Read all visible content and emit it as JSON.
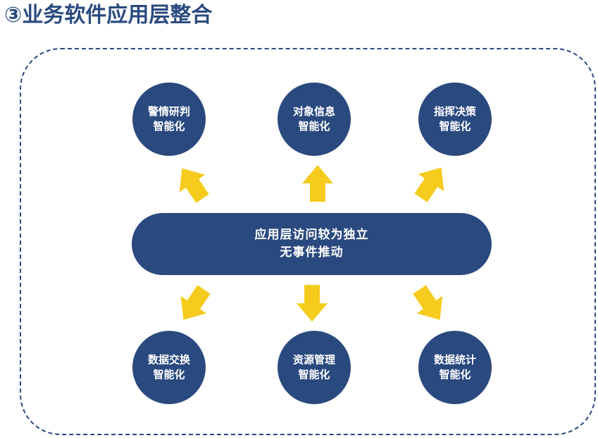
{
  "title": "③业务软件应用层整合",
  "center": {
    "line1": "应用层访问较为独立",
    "line2": "无事件推动"
  },
  "top_nodes": [
    {
      "line1": "警情研判",
      "line2": "智能化"
    },
    {
      "line1": "对象信息",
      "line2": "智能化"
    },
    {
      "line1": "指挥决策",
      "line2": "智能化"
    }
  ],
  "bottom_nodes": [
    {
      "line1": "数据交换",
      "line2": "智能化"
    },
    {
      "line1": "资源管理",
      "line2": "智能化"
    },
    {
      "line1": "数据统计",
      "line2": "智能化"
    }
  ],
  "colors": {
    "primary": "#2a4a7f",
    "arrow": "#f5cc1e",
    "text_on_primary": "#ffffff"
  }
}
